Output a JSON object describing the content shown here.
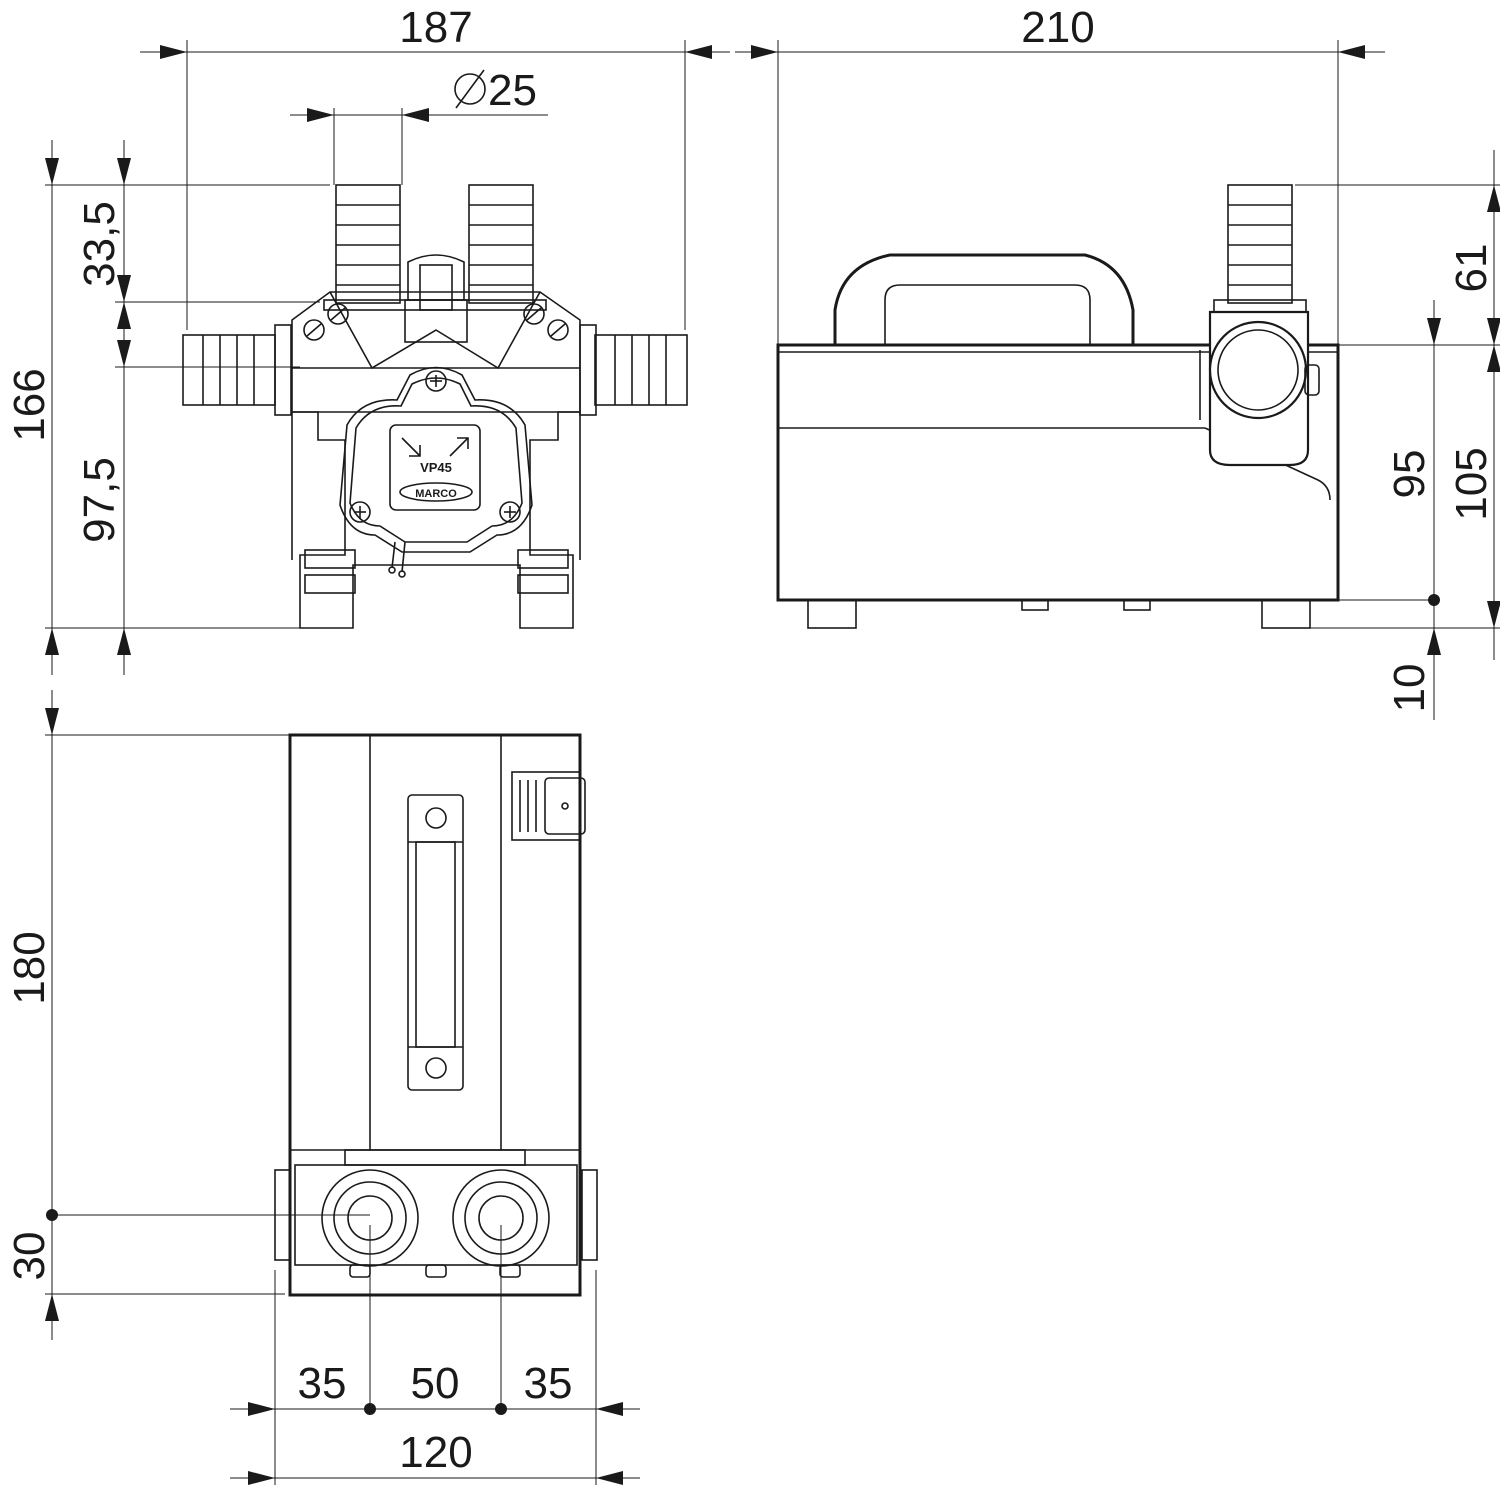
{
  "drawing": {
    "front_view": {
      "dim_width": "187",
      "dim_port_diameter": "25",
      "dim_total_height": "166",
      "dim_port_height": "33,5",
      "dim_body_height": "97,5",
      "model_label": "VP45",
      "brand_label": "MARCO"
    },
    "side_view": {
      "dim_length": "210",
      "dim_port_top": "61",
      "dim_port_center": "95",
      "dim_upper_height": "105",
      "dim_feet": "10"
    },
    "top_view": {
      "dim_depth": "180",
      "dim_port_offset": "30",
      "dim_left_offset": "35",
      "dim_port_spacing": "50",
      "dim_right_offset": "35",
      "dim_total_width": "120"
    }
  }
}
